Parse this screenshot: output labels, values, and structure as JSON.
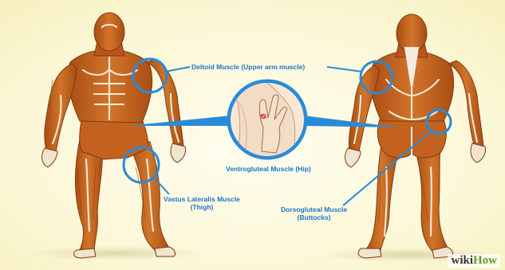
{
  "labels": {
    "deltoid": "Deltoid Muscle (Upper arm muscle)",
    "ventrogluteal": "Ventrogluteal Muscle (Hip)",
    "vastus_line1": "Vastus Lateralis Muscle",
    "vastus_line2": "(Thigh)",
    "dorso_line1": "Dorsogluteal Muscle",
    "dorso_line2": "(Buttocks)"
  },
  "watermark": {
    "wiki": "wiki",
    "how": "How"
  },
  "colors": {
    "background": "#fbf7d6",
    "muscle": "#c9671f",
    "muscle_dark": "#8e4012",
    "tendon": "#f3ede0",
    "pointer_blue": "#2a8ad8",
    "label_blue": "#1f73c4",
    "hip_skin": "#f3dcc6"
  }
}
